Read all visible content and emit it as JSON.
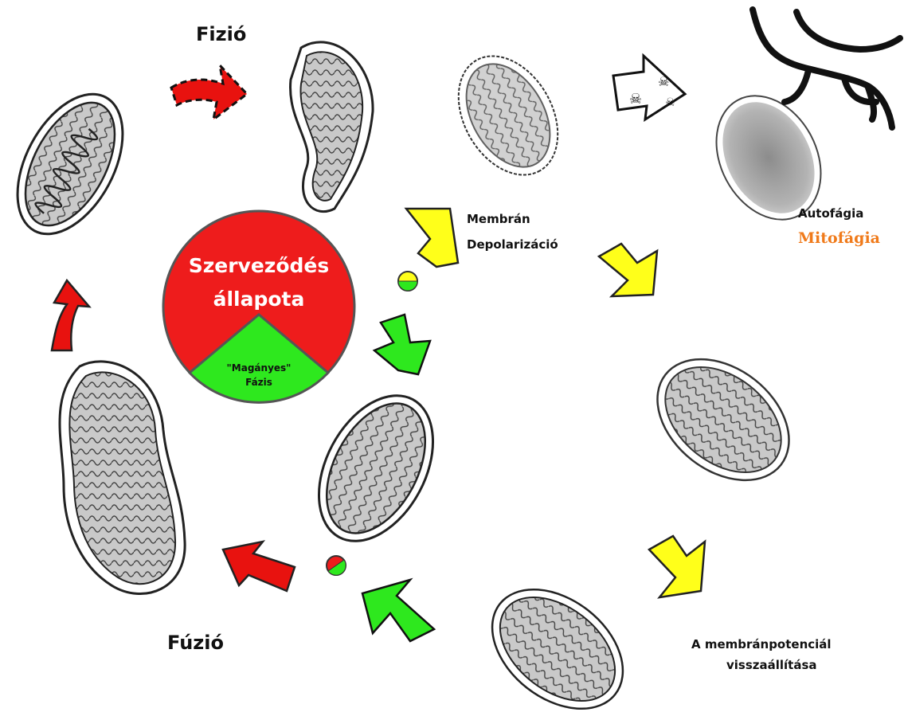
{
  "labels": {
    "fission": "Fizió",
    "fusion": "Fúzió",
    "membrane_line1": "Membrán",
    "membrane_line2": "Depolarizáció",
    "autophagy": "Autofágia",
    "mitophagy": "Mitofágia",
    "restore_line1": "A membránpotenciál",
    "restore_line2": "visszaállítása"
  },
  "center_circle": {
    "line1": "Szerveződés",
    "line2": "állapota",
    "phase_line1": "\"Magányes\"",
    "phase_line2": "Fázis"
  },
  "colors": {
    "fission_arrow": "#e8120f",
    "fusion_arrow": "#e8120f",
    "green_arrow": "#2ee81e",
    "yellow_arrow": "#ffff1a",
    "circle_red": "#ee1c1c",
    "circle_green": "#2ee81e",
    "mitophagy_text": "#f07a1a"
  }
}
